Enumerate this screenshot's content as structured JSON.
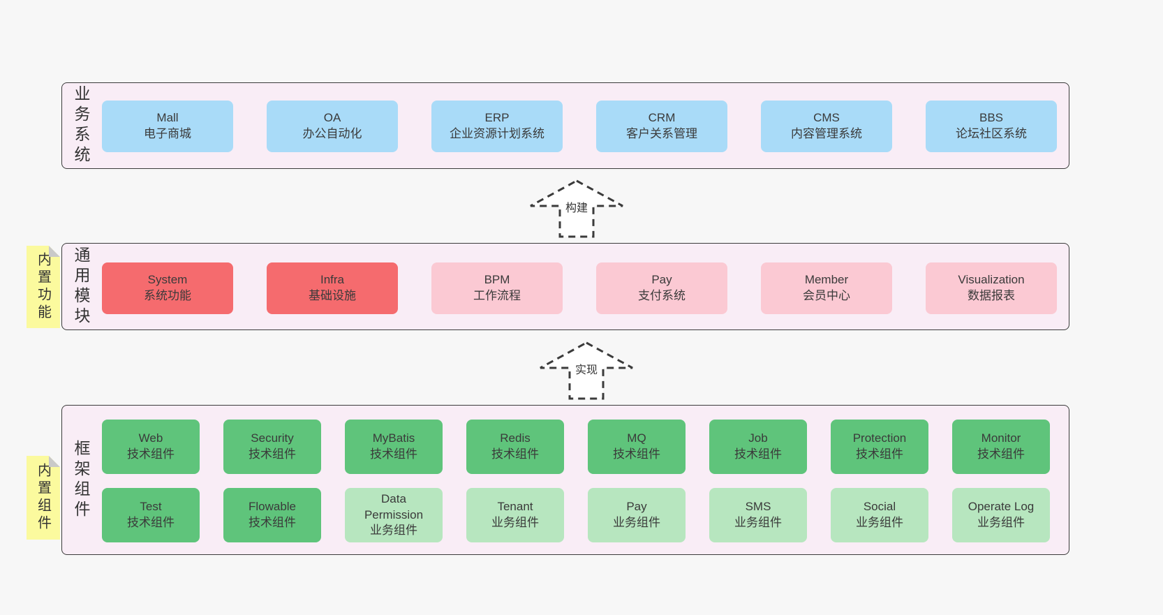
{
  "colors": {
    "page_bg": "#f7f7f7",
    "layer_bg": "#f9edf6",
    "layer_border": "#3b3b3b",
    "box_blue": "#a9dbf8",
    "box_red": "#f56b6e",
    "box_pink": "#fbc9d3",
    "box_green": "#5fc47b",
    "box_light_green": "#b7e6bf",
    "sticky_yellow": "#fbfa9e",
    "sticky_fold_gray": "#c9c9c9",
    "text": "#333333"
  },
  "arrows": [
    {
      "label": "构建"
    },
    {
      "label": "实现"
    }
  ],
  "layers": [
    {
      "label": "业务系统",
      "boxes": [
        {
          "title": "Mall",
          "subtitle": "电子商城"
        },
        {
          "title": "OA",
          "subtitle": "办公自动化"
        },
        {
          "title": "ERP",
          "subtitle": "企业资源计划系统"
        },
        {
          "title": "CRM",
          "subtitle": "客户关系管理"
        },
        {
          "title": "CMS",
          "subtitle": "内容管理系统"
        },
        {
          "title": "BBS",
          "subtitle": "论坛社区系统"
        }
      ]
    },
    {
      "label": "通用模块",
      "sticky": "内置功能",
      "boxes": [
        {
          "title": "System",
          "subtitle": "系统功能"
        },
        {
          "title": "Infra",
          "subtitle": "基础设施"
        },
        {
          "title": "BPM",
          "subtitle": "工作流程"
        },
        {
          "title": "Pay",
          "subtitle": "支付系统"
        },
        {
          "title": "Member",
          "subtitle": "会员中心"
        },
        {
          "title": "Visualization",
          "subtitle": "数据报表"
        }
      ]
    },
    {
      "label": "框架组件",
      "sticky": "内置组件",
      "rows": [
        [
          {
            "title": "Web",
            "subtitle": "技术组件"
          },
          {
            "title": "Security",
            "subtitle": "技术组件"
          },
          {
            "title": "MyBatis",
            "subtitle": "技术组件"
          },
          {
            "title": "Redis",
            "subtitle": "技术组件"
          },
          {
            "title": "MQ",
            "subtitle": "技术组件"
          },
          {
            "title": "Job",
            "subtitle": "技术组件"
          },
          {
            "title": "Protection",
            "subtitle": "技术组件"
          },
          {
            "title": "Monitor",
            "subtitle": "技术组件"
          }
        ],
        [
          {
            "title": "Test",
            "subtitle": "技术组件"
          },
          {
            "title": "Flowable",
            "subtitle": "技术组件"
          },
          {
            "title": "Data Permission",
            "subtitle": "业务组件"
          },
          {
            "title": "Tenant",
            "subtitle": "业务组件"
          },
          {
            "title": "Pay",
            "subtitle": "业务组件"
          },
          {
            "title": "SMS",
            "subtitle": "业务组件"
          },
          {
            "title": "Social",
            "subtitle": "业务组件"
          },
          {
            "title": "Operate Log",
            "subtitle": "业务组件"
          }
        ]
      ]
    }
  ]
}
